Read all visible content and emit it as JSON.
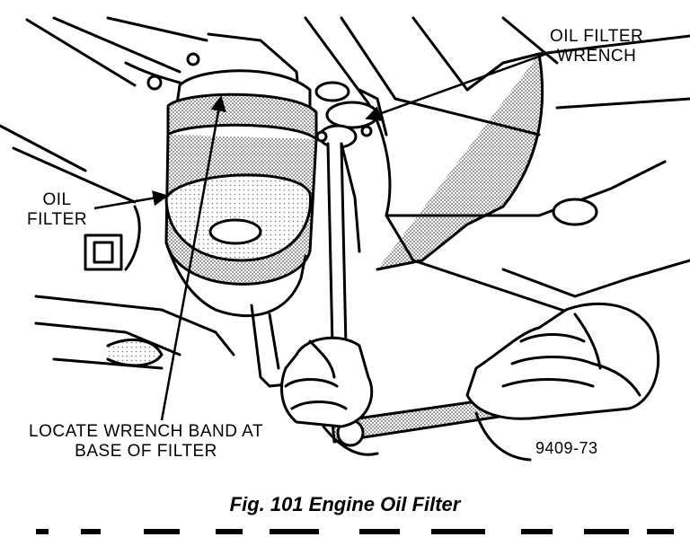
{
  "labels": {
    "wrench_line1": "OIL FILTER",
    "wrench_line2": "WRENCH",
    "oil_line1": "OIL",
    "oil_line2": "FILTER",
    "locate_line1": "LOCATE WRENCH BAND AT",
    "locate_line2": "BASE OF FILTER",
    "figure_code": "9409-73"
  },
  "caption": "Fig. 101 Engine Oil Filter",
  "colors": {
    "ink": "#000000",
    "paper": "#ffffff",
    "shade": "#9a9a9a"
  }
}
